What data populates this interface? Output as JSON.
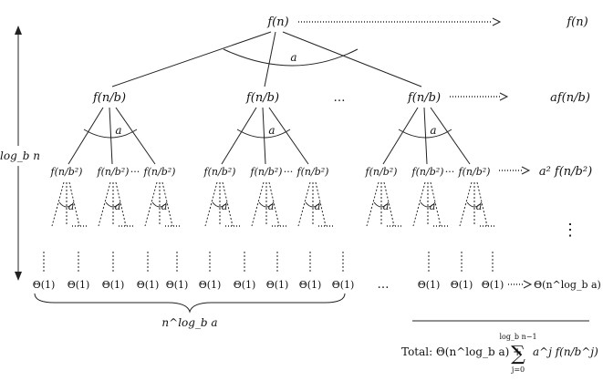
{
  "root": {
    "label": "f(n)",
    "right_label": "f(n)",
    "branch_label": "a"
  },
  "level1": {
    "node_label": "f(n/b)",
    "ellipsis": "…",
    "right_label": "af(n/b)",
    "branch_label": "a"
  },
  "level2": {
    "node_label": "f(n/b²)",
    "inner_ellipsis": "···",
    "right_label": "a² f(n/b²)",
    "branch_label": "a"
  },
  "leaves": {
    "label": "Θ(1)",
    "ellipsis": "…",
    "right_label": "Θ(n^log_b a)"
  },
  "height_label": "log_b n",
  "bottom_brace_label": "n^log_b a",
  "vertical_dots": "⋮",
  "total": {
    "prefix": "Total: Θ(n^log_b a) +",
    "sum_symbol": "∑",
    "sum_upper": "log_b n−1",
    "sum_lower": "j=0",
    "term": "a^j f(n/b^j)"
  }
}
